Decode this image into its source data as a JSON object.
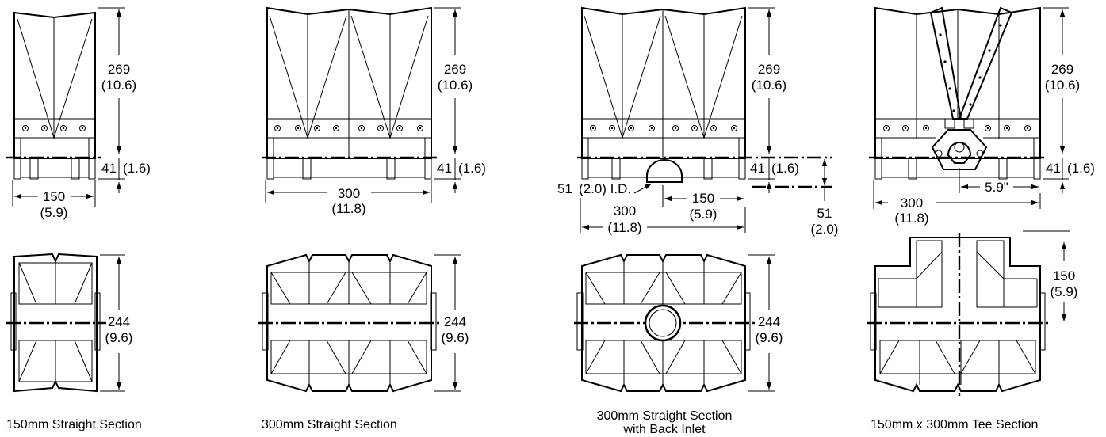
{
  "drawings": [
    {
      "caption": "150mm Straight Section",
      "height_label": "269",
      "height_label_in": "(10.6)",
      "base_label": "41",
      "base_label_in": "(1.6)",
      "width_label": "150",
      "width_label_in": "(5.9)",
      "plan_label": "244",
      "plan_label_in": "(9.6)"
    },
    {
      "caption": "300mm Straight Section",
      "height_label": "269",
      "height_label_in": "(10.6)",
      "base_label": "41",
      "base_label_in": "(1.6)",
      "width_label": "300",
      "width_label_in": "(11.8)",
      "plan_label": "244",
      "plan_label_in": "(9.6)"
    },
    {
      "caption_line1": "300mm Straight Section",
      "caption_line2": "with Back Inlet",
      "height_label": "269",
      "height_label_in": "(10.6)",
      "base_label": "41",
      "base_label_in": "(1.6)",
      "inlet_label": "51",
      "inlet_label_in": "(2.0) I.D.",
      "offset_label": "150",
      "offset_label_in": "(5.9)",
      "width_label": "300",
      "width_label_in": "(11.8)",
      "drop_label": "51",
      "drop_label_in": "(2.0)",
      "plan_label": "244",
      "plan_label_in": "(9.6)"
    },
    {
      "caption": "150mm x 300mm Tee Section",
      "height_label": "269",
      "height_label_in": "(10.6)",
      "base_label": "41",
      "base_label_in": "(1.6)",
      "width_label": "300",
      "width_label_in": "(11.8)",
      "offset_label": "5.9\"",
      "plan_label": "150",
      "plan_label_in": "(5.9)"
    }
  ]
}
